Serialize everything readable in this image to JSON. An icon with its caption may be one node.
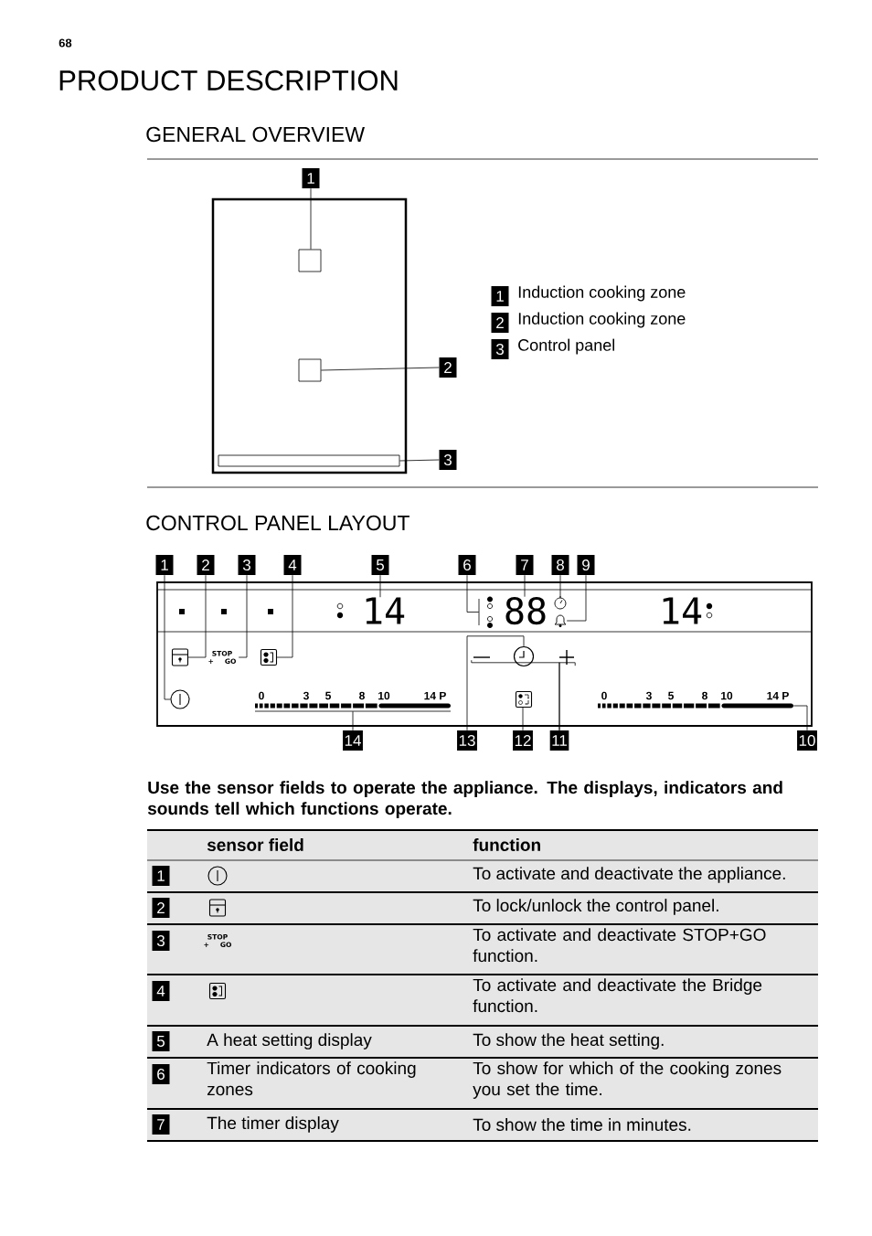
{
  "diagram": {
    "title": "PRODUCT DESCRIPTION",
    "nodes": [
      {
        "text": [],
        "shape": "box"
      },
      {
        "text": [],
        "shape": "box",
        "in": 0
      },
      {
        "text": [],
        "shape": "box",
        "in": 0
      },
      {
        "text": [],
        "shape": "bar",
        "in": 0
      },
      {
        "text": [
          "1"
        ]
      },
      {
        "text": [
          "2"
        ]
      },
      {
        "text": [
          "3"
        ]
      },
      {
        "text": [],
        "shape": "box"
      },
      {
        "text": [
          "1"
        ]
      },
      {
        "text": [
          "2"
        ]
      },
      {
        "text": [
          "3"
        ]
      },
      {
        "text": [
          "4"
        ]
      },
      {
        "text": [
          "5"
        ]
      },
      {
        "text": [
          "6"
        ]
      },
      {
        "text": [
          "7"
        ]
      },
      {
        "text": [
          "8"
        ]
      },
      {
        "text": [
          "9"
        ]
      },
      {
        "text": [
          "10"
        ]
      },
      {
        "text": [
          "11"
        ]
      },
      {
        "text": [
          "12"
        ]
      },
      {
        "text": [
          "13"
        ]
      },
      {
        "text": [
          "14"
        ]
      },
      {
        "text": [],
        "shape": "circle",
        "in": 7
      },
      {
        "text": [],
        "shape": "box",
        "in": 7
      },
      {
        "text": [
          "STOP + GO"
        ],
        "in": 7
      },
      {
        "text": [],
        "shape": "box",
        "in": 7
      },
      {
        "text": [
          "14"
        ],
        "in": 7
      },
      {
        "text": [],
        "shape": "dots",
        "in": 7
      },
      {
        "text": [
          "88"
        ],
        "in": 7
      },
      {
        "text": [],
        "shape": "circle",
        "in": 7
      },
      {
        "text": [],
        "shape": "bell",
        "in": 7
      },
      {
        "text": [],
        "shape": "bar",
        "in": 7,
        "beside": [
          "0",
          "3",
          "5",
          "8",
          "10",
          "14 P"
        ]
      },
      {
        "text": [],
        "shape": "minus",
        "in": 7
      },
      {
        "text": [],
        "shape": "plus",
        "in": 7
      },
      {
        "text": [],
        "shape": "circle",
        "in": 7
      },
      {
        "text": [],
        "shape": "box",
        "in": 7
      },
      {
        "text": [],
        "shape": "bar",
        "in": 7,
        "beside": [
          "0",
          "3",
          "5",
          "8",
          "10",
          "14 P"
        ]
      },
      {
        "text": [
          "1"
        ],
        "beside": [
          "Induction cooking zone"
        ]
      },
      {
        "text": [
          "2"
        ],
        "beside": [
          "Induction cooking zone"
        ]
      },
      {
        "text": [
          "3"
        ],
        "beside": [
          "Control panel"
        ]
      },
      {
        "text": [
          "1"
        ]
      },
      {
        "text": [
          "2"
        ]
      },
      {
        "text": [
          "3"
        ]
      },
      {
        "text": [
          "4"
        ]
      },
      {
        "text": [
          "5"
        ]
      },
      {
        "text": [
          "6"
        ]
      },
      {
        "text": [
          "7"
        ]
      }
    ],
    "edges": [
      {
        "from": 4,
        "to": 1,
        "arrow": "none"
      },
      {
        "from": 5,
        "to": 2,
        "arrow": "none"
      },
      {
        "from": 6,
        "to": 3,
        "arrow": "none"
      },
      {
        "from": 8,
        "to": 22,
        "arrow": "none"
      },
      {
        "from": 9,
        "to": 23,
        "arrow": "none"
      },
      {
        "from": 10,
        "to": 24,
        "arrow": "none"
      },
      {
        "from": 11,
        "to": 25,
        "arrow": "none"
      },
      {
        "from": 12,
        "to": 26,
        "arrow": "none"
      },
      {
        "from": 13,
        "to": 27,
        "arrow": "none"
      },
      {
        "from": 14,
        "to": 28,
        "arrow": "none"
      },
      {
        "from": 15,
        "to": 29,
        "arrow": "none"
      },
      {
        "from": 16,
        "to": 30,
        "arrow": "none"
      },
      {
        "from": 17,
        "to": 36,
        "arrow": "none"
      },
      {
        "from": 18,
        "to": 32,
        "arrow": "none"
      },
      {
        "from": 18,
        "to": 33,
        "arrow": "none"
      },
      {
        "from": 19,
        "to": 35,
        "arrow": "none"
      },
      {
        "from": 20,
        "to": 34,
        "arrow": "none"
      },
      {
        "from": 21,
        "to": 31,
        "arrow": "none"
      }
    ],
    "labels": [
      "68",
      "GENERAL OVERVIEW",
      "CONTROL PANEL LAYOUT",
      "14",
      "Use the sensor fields to operate the appliance. The displays, indicators and sounds tell which functions operate.",
      "sensor field",
      "function",
      "To activate and deactivate the appliance.",
      "To lock/unlock the control panel.",
      "STOP + GO",
      "To activate and deactivate STOP+GO function.",
      "To activate and deactivate the Bridge function.",
      "A heat setting display",
      "To show the heat setting.",
      "Timer indicators of cooking zones",
      "To show for which of the cooking zones you set the time.",
      "The timer display",
      "To show the time in minutes."
    ]
  }
}
